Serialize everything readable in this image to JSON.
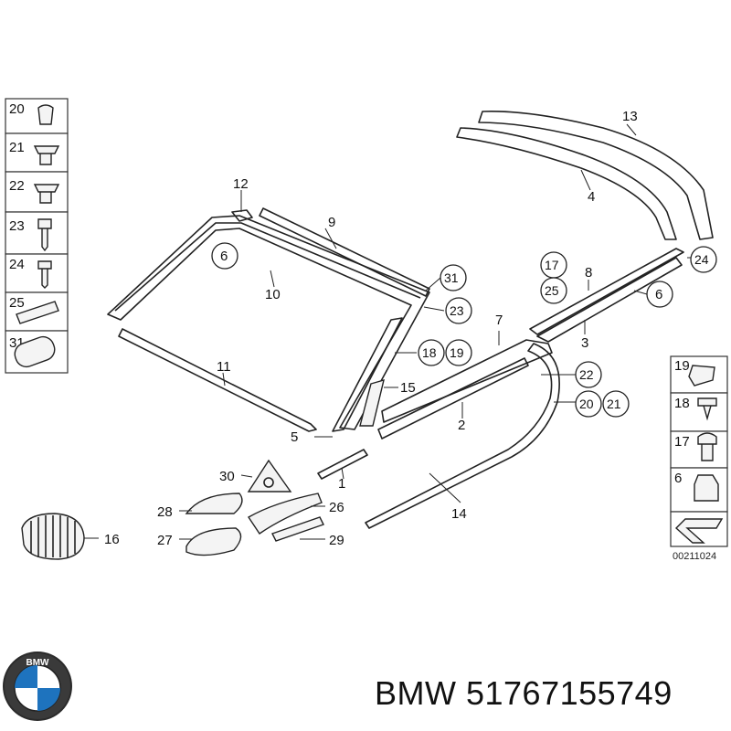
{
  "brand": "BMW",
  "part_number": "51767155749",
  "footer_text": "BMW 51767155749",
  "reference_code": "00211024",
  "logo_letters": "BMW",
  "left_legend": [
    "20",
    "21",
    "22",
    "23",
    "24",
    "25",
    "31"
  ],
  "right_legend": [
    "19",
    "18",
    "17",
    "6"
  ],
  "callouts": {
    "c1": "1",
    "c2": "2",
    "c3": "3",
    "c4": "4",
    "c5": "5",
    "c6a": "6",
    "c6b": "6",
    "c7": "7",
    "c8": "8",
    "c9": "9",
    "c10": "10",
    "c11": "11",
    "c12": "12",
    "c13": "13",
    "c14": "14",
    "c15": "15",
    "c16": "16",
    "c17": "17",
    "c18": "18",
    "c19": "19",
    "c20": "20",
    "c21": "21",
    "c22": "22",
    "c23": "23",
    "c24": "24",
    "c25": "25",
    "c26": "26",
    "c27": "27",
    "c28": "28",
    "c29": "29",
    "c30": "30",
    "c31": "31"
  }
}
